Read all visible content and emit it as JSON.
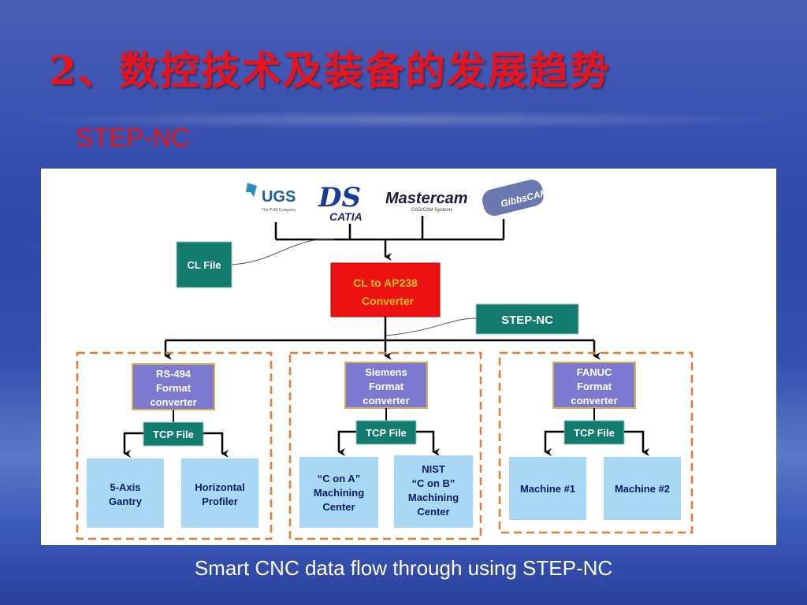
{
  "slide": {
    "title": "2、数控技术及装备的发展趋势",
    "subtitle": "STEP-NC",
    "caption": "Smart CNC data flow through using STEP-NC"
  },
  "diagram": {
    "logos": {
      "ugs": "UGS",
      "ugs_tagline": "The PLM Company",
      "catia": "CATIA",
      "catia_mark": "DS",
      "mastercam": "Mastercam",
      "mastercam_tagline": "CAD/CAM Systems",
      "gibbscam": "GibbsCAM"
    },
    "cl_file": "CL File",
    "converter": [
      "CL to AP238",
      "Converter"
    ],
    "step_nc": "STEP-NC",
    "groups": [
      {
        "format": [
          "RS-494",
          "Format",
          "converter"
        ],
        "tcp": "TCP File",
        "machines": [
          [
            "5-Axis",
            "Gantry"
          ],
          [
            "Horizontal",
            "Profiler"
          ]
        ]
      },
      {
        "format": [
          "Siemens",
          "Format",
          "converter"
        ],
        "tcp": "TCP File",
        "machines": [
          [
            "“C on A”",
            "Machining",
            "Center"
          ],
          [
            "NIST",
            "“C on B”",
            "Machining",
            "Center"
          ]
        ]
      },
      {
        "format": [
          "FANUC",
          "Format",
          "converter"
        ],
        "tcp": "TCP File",
        "machines": [
          [
            "Machine #1"
          ],
          [
            "Machine #2"
          ]
        ]
      }
    ]
  },
  "colors": {
    "title_red": "#e8131b",
    "converter_red": "#ee1111",
    "converter_text": "#f0c020",
    "teal": "#137a6e",
    "format_purple": "#7b7ad0",
    "format_border": "#e0b050",
    "machine_blue": "#a8d8f4",
    "dash_orange": "#e87a30"
  }
}
